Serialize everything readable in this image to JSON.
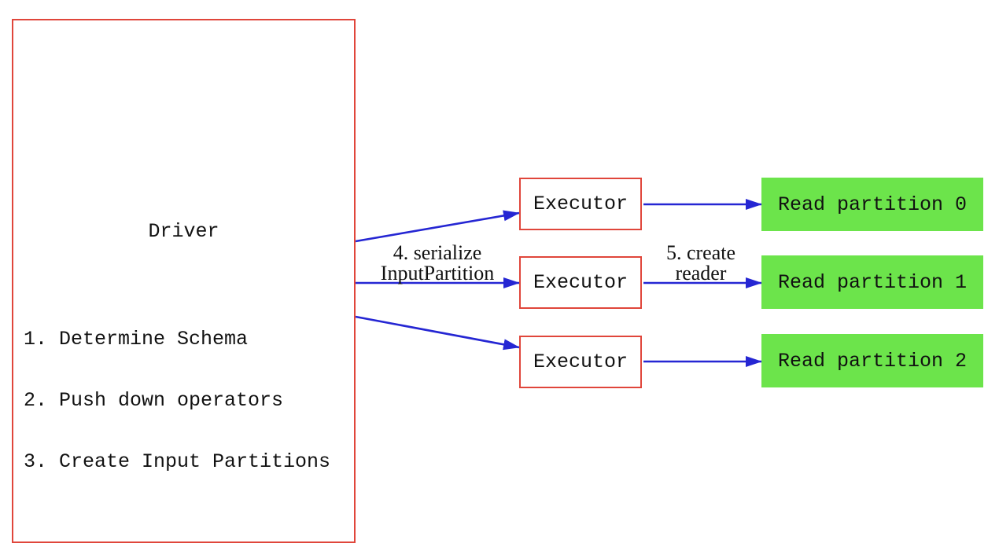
{
  "diagram": {
    "driver": {
      "title": "Driver",
      "steps": [
        "1. Determine Schema",
        "2. Push down operators",
        "3. Create Input Partitions"
      ]
    },
    "executors": [
      {
        "label": "Executor"
      },
      {
        "label": "Executor"
      },
      {
        "label": "Executor"
      }
    ],
    "partitions": [
      {
        "label": "Read partition 0"
      },
      {
        "label": "Read partition 1"
      },
      {
        "label": "Read partition 2"
      }
    ],
    "edge_labels": {
      "serialize": {
        "line1": "4. serialize",
        "line2": "InputPartition"
      },
      "create_reader": {
        "line1": "5. create",
        "line2": "reader"
      }
    },
    "colors": {
      "box_border_red": "#e0463b",
      "arrow_blue": "#2526d3",
      "partition_green": "#6ce44b",
      "text_black": "#111111",
      "background": "#ffffff"
    }
  }
}
